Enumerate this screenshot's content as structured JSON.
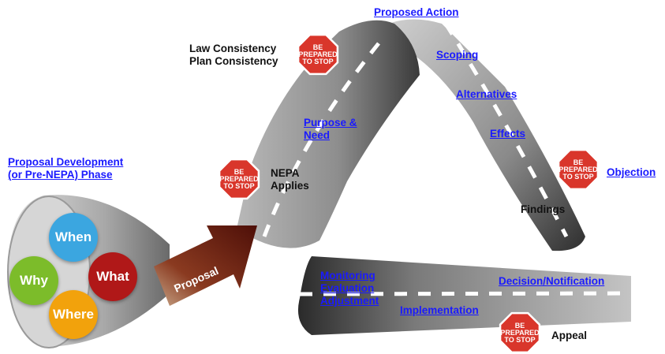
{
  "title": "Proposed Action",
  "pre_nepa": {
    "line1": "Proposal Development ",
    "line2": "(or Pre-NEPA) Phase",
    "circles": [
      {
        "label": "When",
        "color": "#3ba6e0"
      },
      {
        "label": "What",
        "color": "#b01818"
      },
      {
        "label": "Why",
        "color": "#7cbc2a"
      },
      {
        "label": "Where",
        "color": "#f2a20c"
      }
    ]
  },
  "arrow_label": "Proposal",
  "steps": {
    "scoping": "Scoping",
    "alternatives": "Alternatives",
    "effects": "Effects",
    "findings": "Findings",
    "objection": "Objection",
    "decision": "Decision/Notification",
    "implementation": "Implementation",
    "appeal": "Appeal",
    "monitoring": [
      "Monitoring",
      "Evaluation",
      "Adjustment"
    ],
    "purpose": [
      "Purpose &",
      "Need"
    ],
    "nepa": [
      "NEPA",
      "Applies"
    ],
    "consistency": [
      "Law Consistency",
      "Plan Consistency"
    ]
  },
  "stop_sign": [
    "BE",
    "PREPARED",
    "TO STOP"
  ],
  "colors": {
    "link": "#1a1aff",
    "road": "#8f8f8f",
    "sign": "#d9362b",
    "arrow": "#6e1a10"
  }
}
